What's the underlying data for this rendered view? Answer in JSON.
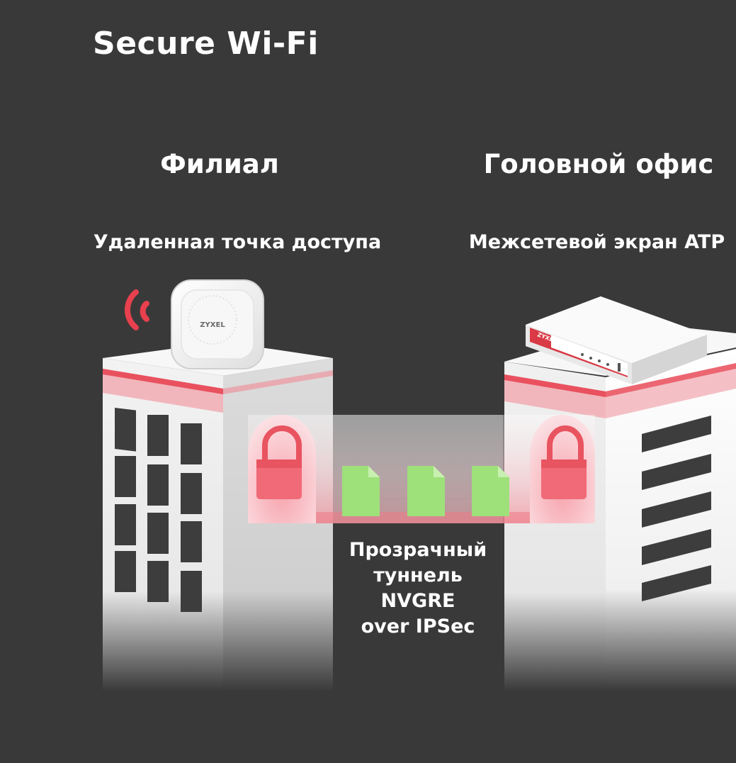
{
  "title": "Secure Wi-Fi",
  "branch": {
    "heading": "Филиал",
    "device_label": "Удаленная точка доступа",
    "device_brand": "ZYXEL",
    "icons": [
      "wifi-signal-icon",
      "padlock-icon"
    ]
  },
  "headquarters": {
    "heading": "Головной офис",
    "device_label": "Межсетевой экран ATP",
    "device_brand": "ZYXEL",
    "icons": [
      "padlock-icon"
    ]
  },
  "tunnel": {
    "label_lines": [
      "Прозрачный",
      "туннель",
      "NVGRE",
      "over IPSec"
    ],
    "packet_icon": "document-packet-icon",
    "packet_count": 3
  },
  "colors": {
    "background": "#393939",
    "accent_red": "#e8404e",
    "lock_pink": "#f06a78",
    "packet_green": "#9ee07a"
  }
}
